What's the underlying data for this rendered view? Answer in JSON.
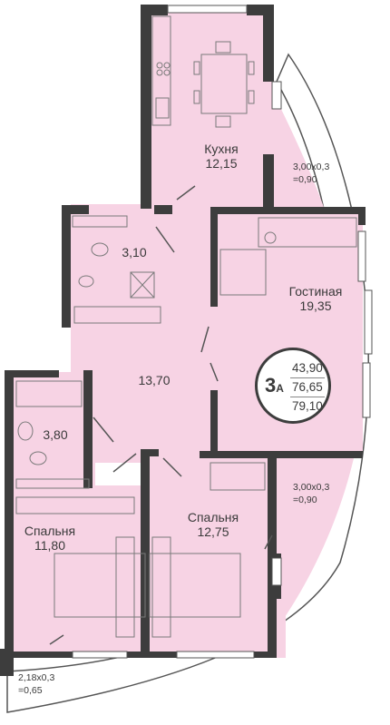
{
  "apartment": {
    "type": "3",
    "type_suffix": "А",
    "areas": [
      "43,90",
      "76,65",
      "79,10"
    ]
  },
  "rooms": {
    "kitchen": {
      "name": "Кухня",
      "area": "12,15"
    },
    "bathroom1": {
      "area": "3,10"
    },
    "living": {
      "name": "Гостиная",
      "area": "19,35"
    },
    "hall": {
      "area": "13,70"
    },
    "bathroom2": {
      "area": "3,80"
    },
    "bedroom1": {
      "name": "Спальня",
      "area": "11,80"
    },
    "bedroom2": {
      "name": "Спальня",
      "area": "12,75"
    }
  },
  "balconies": {
    "top": {
      "line1": "3,00х0,3",
      "line2": "=0,90"
    },
    "mid": {
      "line1": "3,00х0,3",
      "line2": "=0,90"
    },
    "bottom": {
      "line1": "2,18х0,3",
      "line2": "=0,65"
    }
  },
  "colors": {
    "floor": "#f7d3e4",
    "wall": "#3d3d3d",
    "balcony": "#ffffff"
  }
}
